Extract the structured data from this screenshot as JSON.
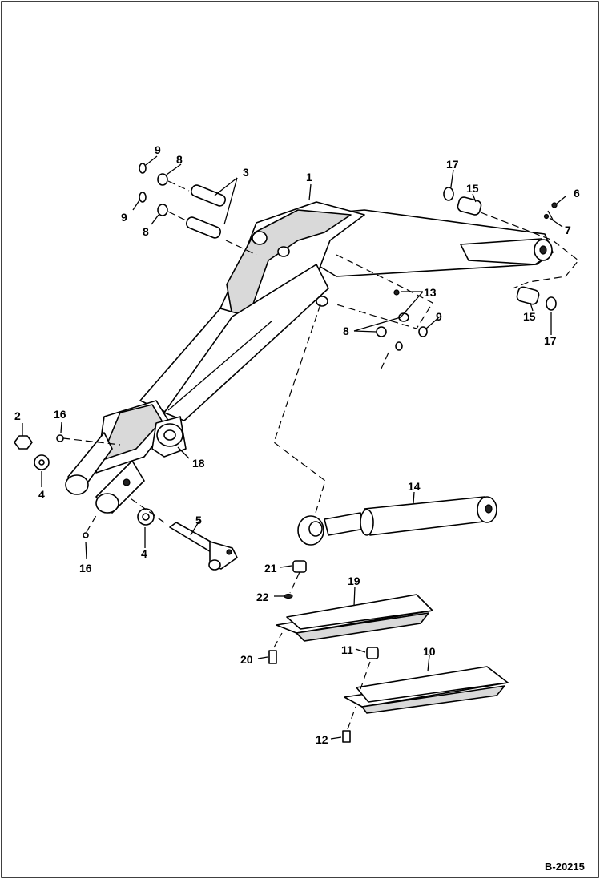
{
  "diagram": {
    "reference": "B-20215",
    "callouts": [
      {
        "id": "c1",
        "text": "1"
      },
      {
        "id": "c2",
        "text": "2"
      },
      {
        "id": "c3",
        "text": "3"
      },
      {
        "id": "c4a",
        "text": "4"
      },
      {
        "id": "c4b",
        "text": "4"
      },
      {
        "id": "c5",
        "text": "5"
      },
      {
        "id": "c6",
        "text": "6"
      },
      {
        "id": "c7",
        "text": "7"
      },
      {
        "id": "c8a",
        "text": "8"
      },
      {
        "id": "c8b",
        "text": "8"
      },
      {
        "id": "c8c",
        "text": "8"
      },
      {
        "id": "c9a",
        "text": "9"
      },
      {
        "id": "c9b",
        "text": "9"
      },
      {
        "id": "c9c",
        "text": "9"
      },
      {
        "id": "c10",
        "text": "10"
      },
      {
        "id": "c11",
        "text": "11"
      },
      {
        "id": "c12",
        "text": "12"
      },
      {
        "id": "c13",
        "text": "13"
      },
      {
        "id": "c14",
        "text": "14"
      },
      {
        "id": "c15a",
        "text": "15"
      },
      {
        "id": "c15b",
        "text": "15"
      },
      {
        "id": "c16a",
        "text": "16"
      },
      {
        "id": "c16b",
        "text": "16"
      },
      {
        "id": "c17a",
        "text": "17"
      },
      {
        "id": "c17b",
        "text": "17"
      },
      {
        "id": "c18",
        "text": "18"
      },
      {
        "id": "c19",
        "text": "19"
      },
      {
        "id": "c20",
        "text": "20"
      },
      {
        "id": "c21",
        "text": "21"
      },
      {
        "id": "c22",
        "text": "22"
      }
    ]
  }
}
